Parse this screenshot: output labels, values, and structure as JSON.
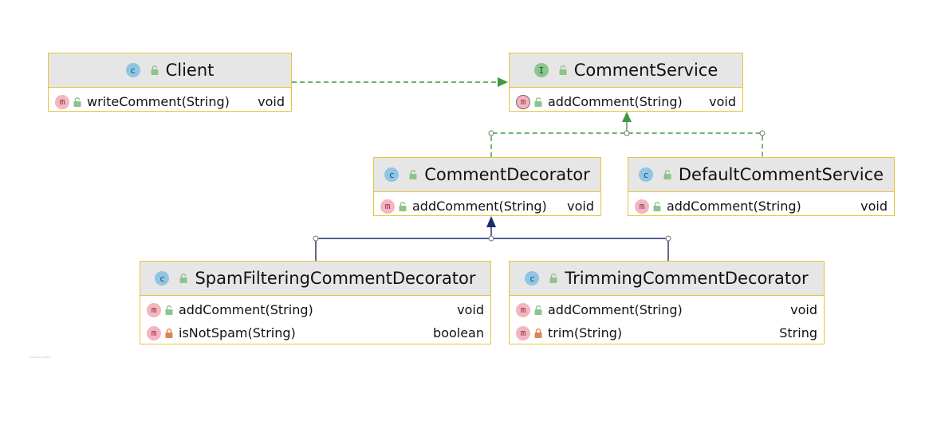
{
  "diagram": {
    "credit": "Powered by yFiles",
    "classes": [
      {
        "id": "client",
        "kind": "class",
        "badge": "c",
        "name": "Client",
        "methods": [
          {
            "badge": "m",
            "visibility": "public",
            "signature": "writeComment(String)",
            "type": "void"
          }
        ]
      },
      {
        "id": "comment-service",
        "kind": "interface",
        "badge": "I",
        "name": "CommentService",
        "methods": [
          {
            "badge": "m",
            "visibility": "public",
            "abstract": true,
            "signature": "addComment(String)",
            "type": "void"
          }
        ]
      },
      {
        "id": "comment-decorator",
        "kind": "class",
        "badge": "c",
        "name": "CommentDecorator",
        "methods": [
          {
            "badge": "m",
            "visibility": "public",
            "signature": "addComment(String)",
            "type": "void"
          }
        ]
      },
      {
        "id": "default-comment-service",
        "kind": "class",
        "badge": "c",
        "name": "DefaultCommentService",
        "methods": [
          {
            "badge": "m",
            "visibility": "public",
            "signature": "addComment(String)",
            "type": "void"
          }
        ]
      },
      {
        "id": "spam-filtering-comment-decorator",
        "kind": "class",
        "badge": "c",
        "name": "SpamFilteringCommentDecorator",
        "methods": [
          {
            "badge": "m",
            "visibility": "public",
            "signature": "addComment(String)",
            "type": "void"
          },
          {
            "badge": "m",
            "visibility": "private",
            "signature": "isNotSpam(String)",
            "type": "boolean"
          }
        ]
      },
      {
        "id": "trimming-comment-decorator",
        "kind": "class",
        "badge": "c",
        "name": "TrimmingCommentDecorator",
        "methods": [
          {
            "badge": "m",
            "visibility": "public",
            "signature": "addComment(String)",
            "type": "void"
          },
          {
            "badge": "m",
            "visibility": "private",
            "signature": "trim(String)",
            "type": "String"
          }
        ]
      }
    ],
    "relations": [
      {
        "type": "dependency",
        "from": "client",
        "to": "comment-service"
      },
      {
        "type": "realization",
        "from": "comment-decorator",
        "to": "comment-service"
      },
      {
        "type": "realization",
        "from": "default-comment-service",
        "to": "comment-service"
      },
      {
        "type": "generalization",
        "from": "spam-filtering-comment-decorator",
        "to": "comment-decorator"
      },
      {
        "type": "generalization",
        "from": "trimming-comment-decorator",
        "to": "comment-decorator"
      }
    ],
    "colors": {
      "box_border": "#e8c33a",
      "header_fill": "#e6e6e6",
      "dependency": "#3f9a3f",
      "realization": "#3f9a3f",
      "generalization": "#1a2a6b"
    }
  }
}
